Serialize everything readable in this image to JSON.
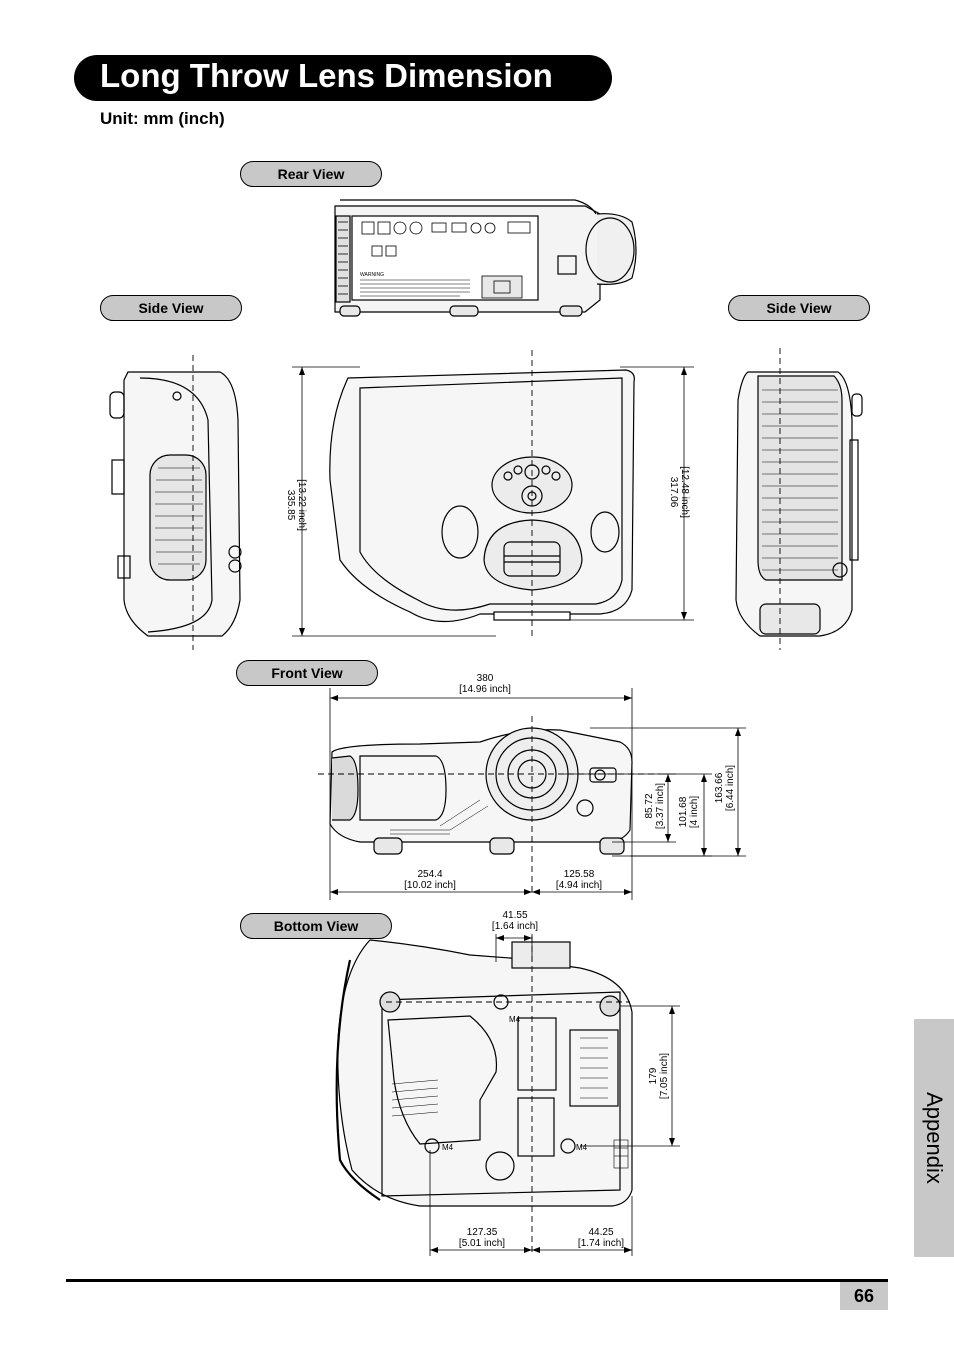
{
  "title": "Long Throw Lens Dimension",
  "unit": "Unit: mm (inch)",
  "views": {
    "rear": "Rear View",
    "side_left": "Side View",
    "side_right": "Side View",
    "front": "Front View",
    "bottom": "Bottom View"
  },
  "dimensions": {
    "top_depth_mm": "335.85",
    "top_depth_in": "[13.22 inch]",
    "top_body_mm": "317.06",
    "top_body_in": "[12.48 inch]",
    "width_mm": "380",
    "width_in": "[14.96 inch]",
    "lens_height_mm": "85.72",
    "lens_height_in": "[3.37 inch]",
    "body_height_mm": "101.68",
    "body_height_in": "[4 inch]",
    "total_height_mm": "163.66",
    "total_height_in": "[6.44 inch]",
    "left_to_lens_mm": "254.4",
    "left_to_lens_in": "[10.02 inch]",
    "lens_to_right_mm": "125.58",
    "lens_to_right_in": "[4.94 inch]",
    "bottom_offset_mm": "41.55",
    "bottom_offset_in": "[1.64 inch]",
    "bottom_depth_mm": "179",
    "bottom_depth_in": "[7.05 inch]",
    "bottom_left_mm": "127.35",
    "bottom_left_in": "[5.01 inch]",
    "bottom_right_mm": "44.25",
    "bottom_right_in": "[1.74 inch]"
  },
  "rear_panel_warning": "WARNING",
  "screw_label": "M4",
  "section": "Appendix",
  "page_number": "66"
}
